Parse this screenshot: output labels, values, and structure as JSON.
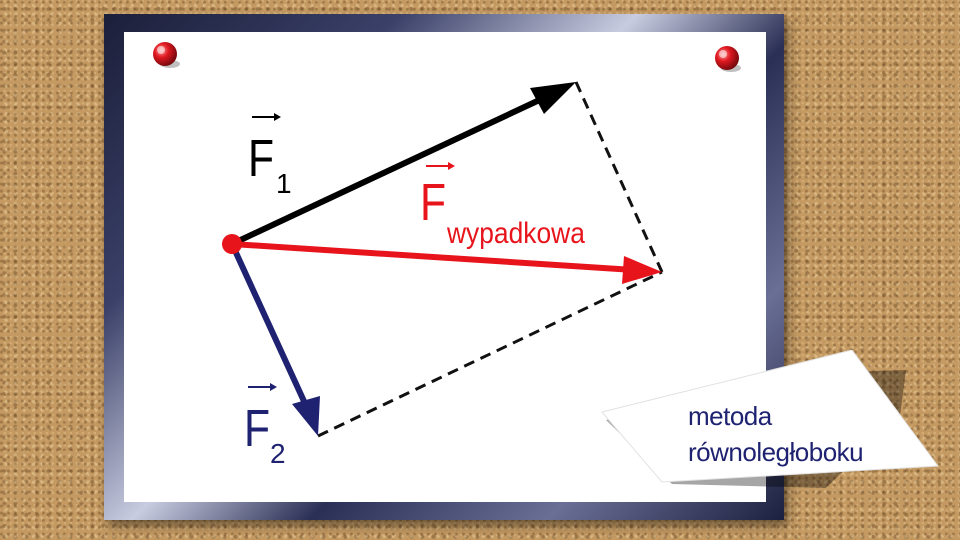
{
  "labels": {
    "f1_letter": "F",
    "f1_sub": "1",
    "f2_letter": "F",
    "f2_sub": "2",
    "fw_letter": "F",
    "fw_sub": "wypadkowa"
  },
  "note": {
    "line1": "metoda",
    "line2": "równoległoboku"
  },
  "colors": {
    "f1": "#000000",
    "f2": "#1e2270",
    "resultant": "#e8141c",
    "pin": "#d8161c"
  },
  "icons": [
    "pushpin-icon",
    "pushpin-icon"
  ]
}
